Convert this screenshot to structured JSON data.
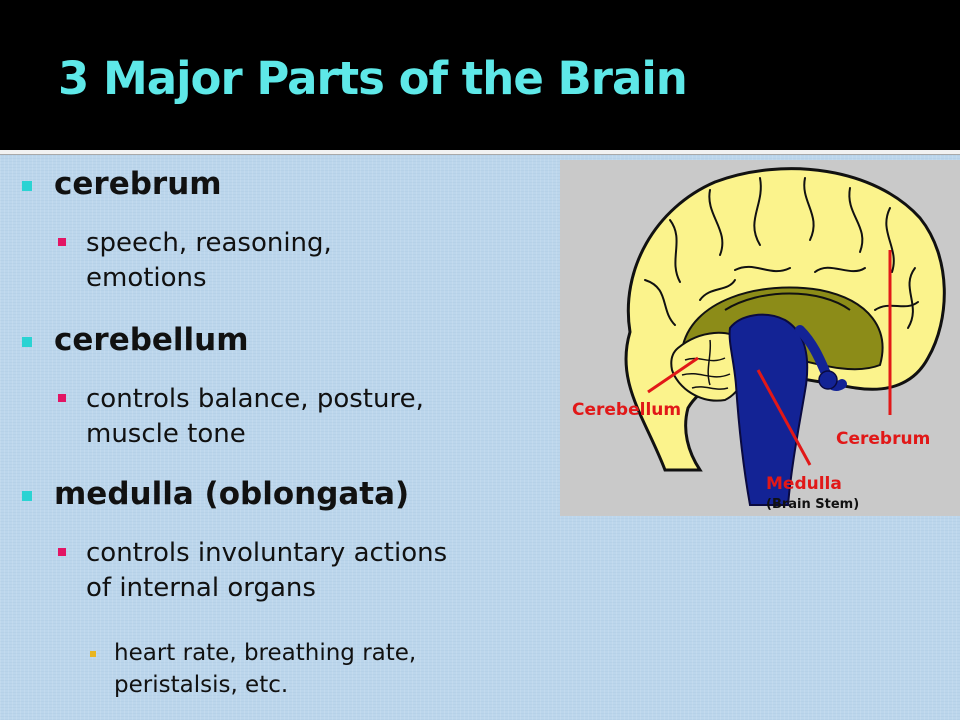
{
  "slide": {
    "title": "3 Major Parts of the Brain",
    "colors": {
      "title_bar": "#000000",
      "title_text": "#5ee8e8",
      "content_background": "#bcd6ec",
      "bullet_level1": "#2ad3d3",
      "bullet_level2": "#e21564",
      "bullet_level3": "#e8b521"
    }
  },
  "bullets": {
    "cerebrum": {
      "heading": "cerebrum",
      "detail_line1": "speech, reasoning,",
      "detail_line2": "emotions"
    },
    "cerebellum": {
      "heading": "cerebellum",
      "detail_line1": "controls balance, posture,",
      "detail_line2": "muscle tone"
    },
    "medulla": {
      "heading": "medulla (oblongata)",
      "detail_line1": "controls involuntary actions",
      "detail_line2": "of internal organs",
      "sub_line1": "heart rate, breathing rate,",
      "sub_line2": "peristalsis, etc."
    }
  },
  "figure": {
    "labels": {
      "cerebellum": "Cerebellum",
      "cerebrum": "Cerebrum",
      "medulla": "Medulla",
      "medulla_sub": "(Brain Stem)"
    },
    "colors": {
      "cerebrum": "#fbf38c",
      "cerebellum": "#fbf38c",
      "inner_brain": "#8c8c18",
      "brain_stem": "#132395",
      "label_lines": "#e11818",
      "background": "#c9c9c9"
    }
  }
}
